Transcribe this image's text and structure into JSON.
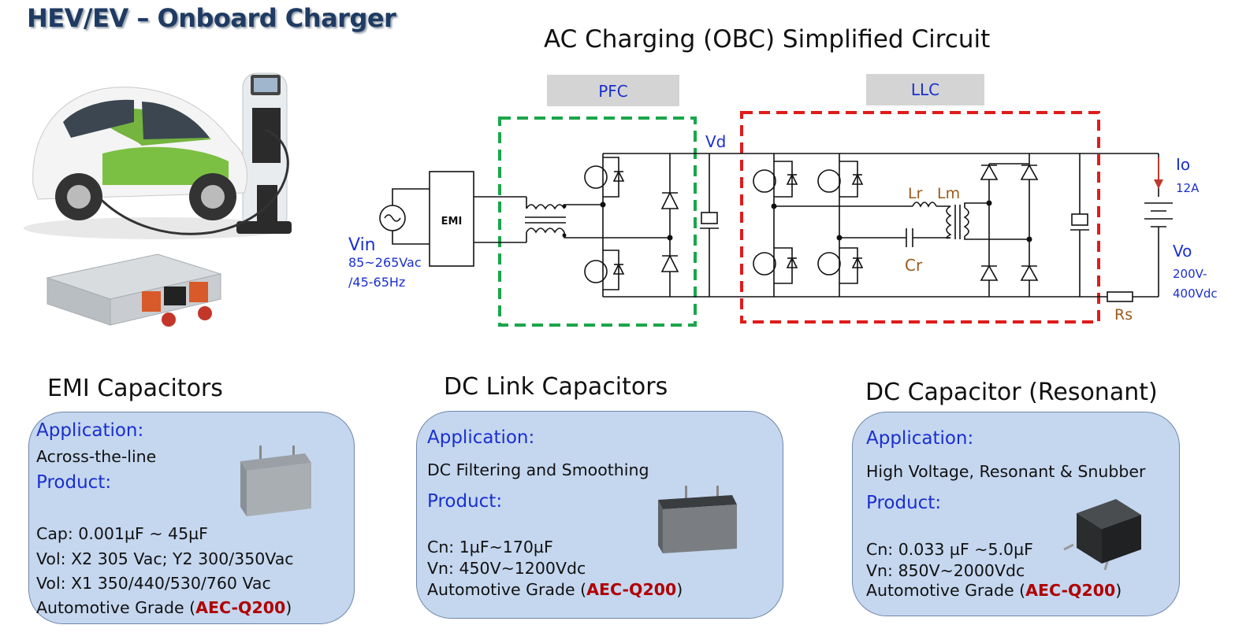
{
  "header": {
    "title": "HEV/EV – Onboard Charger",
    "circuit_title": "AC Charging (OBC) Simplified Circuit"
  },
  "circuit": {
    "pfc_label": "PFC",
    "llc_label": "LLC",
    "emi_label": "EMI",
    "vin_label": "Vin",
    "vin_range": "85~265Vac",
    "vin_freq": "/45-65Hz",
    "vd_label": "Vd",
    "lr_label": "Lr",
    "lm_label": "Lm",
    "cr_label": "Cr",
    "io_label": "Io",
    "io_value": "12A",
    "vo_label": "Vo",
    "vo_range_1": "200V-",
    "vo_range_2": "400Vdc",
    "rs_label": "Rs",
    "colors": {
      "pfc_box": "#1aa64a",
      "llc_box": "#e01b1b",
      "label_bg": "#d4d4d4",
      "blue_text": "#1a2fd0",
      "brown_text": "#9b5a1a"
    }
  },
  "cards": [
    {
      "title": "EMI Capacitors",
      "application_label": "Application:",
      "application": "Across-the-line",
      "product_label": "Product:",
      "specs": [
        "Cap: 0.001µF ~ 45µF",
        "Vol: X2 305 Vac; Y2  300/350Vac",
        "Vol: X1  350/440/530/760 Vac"
      ],
      "grade_prefix": "Automotive Grade (",
      "grade": "AEC-Q200",
      "grade_suffix": ")"
    },
    {
      "title": "DC Link Capacitors",
      "application_label": "Application:",
      "application": "DC Filtering and Smoothing",
      "product_label": "Product:",
      "specs": [
        "Cn:  1µF~170µF",
        "Vn:  450V~1200Vdc"
      ],
      "grade_prefix": "Automotive Grade (",
      "grade": "AEC-Q200",
      "grade_suffix": ")"
    },
    {
      "title": "DC Capacitor (Resonant)",
      "application_label": "Application:",
      "application": "High Voltage, Resonant & Snubber",
      "product_label": "Product:",
      "specs": [
        "Cn:  0.033 µF ~5.0µF",
        "Vn:  850V~2000Vdc"
      ],
      "grade_prefix": "Automotive Grade (",
      "grade": "AEC-Q200",
      "grade_suffix": ")"
    }
  ],
  "images": [
    "ev-car-charging-photo",
    "onboard-charger-module-photo",
    "film-capacitor-photo"
  ]
}
